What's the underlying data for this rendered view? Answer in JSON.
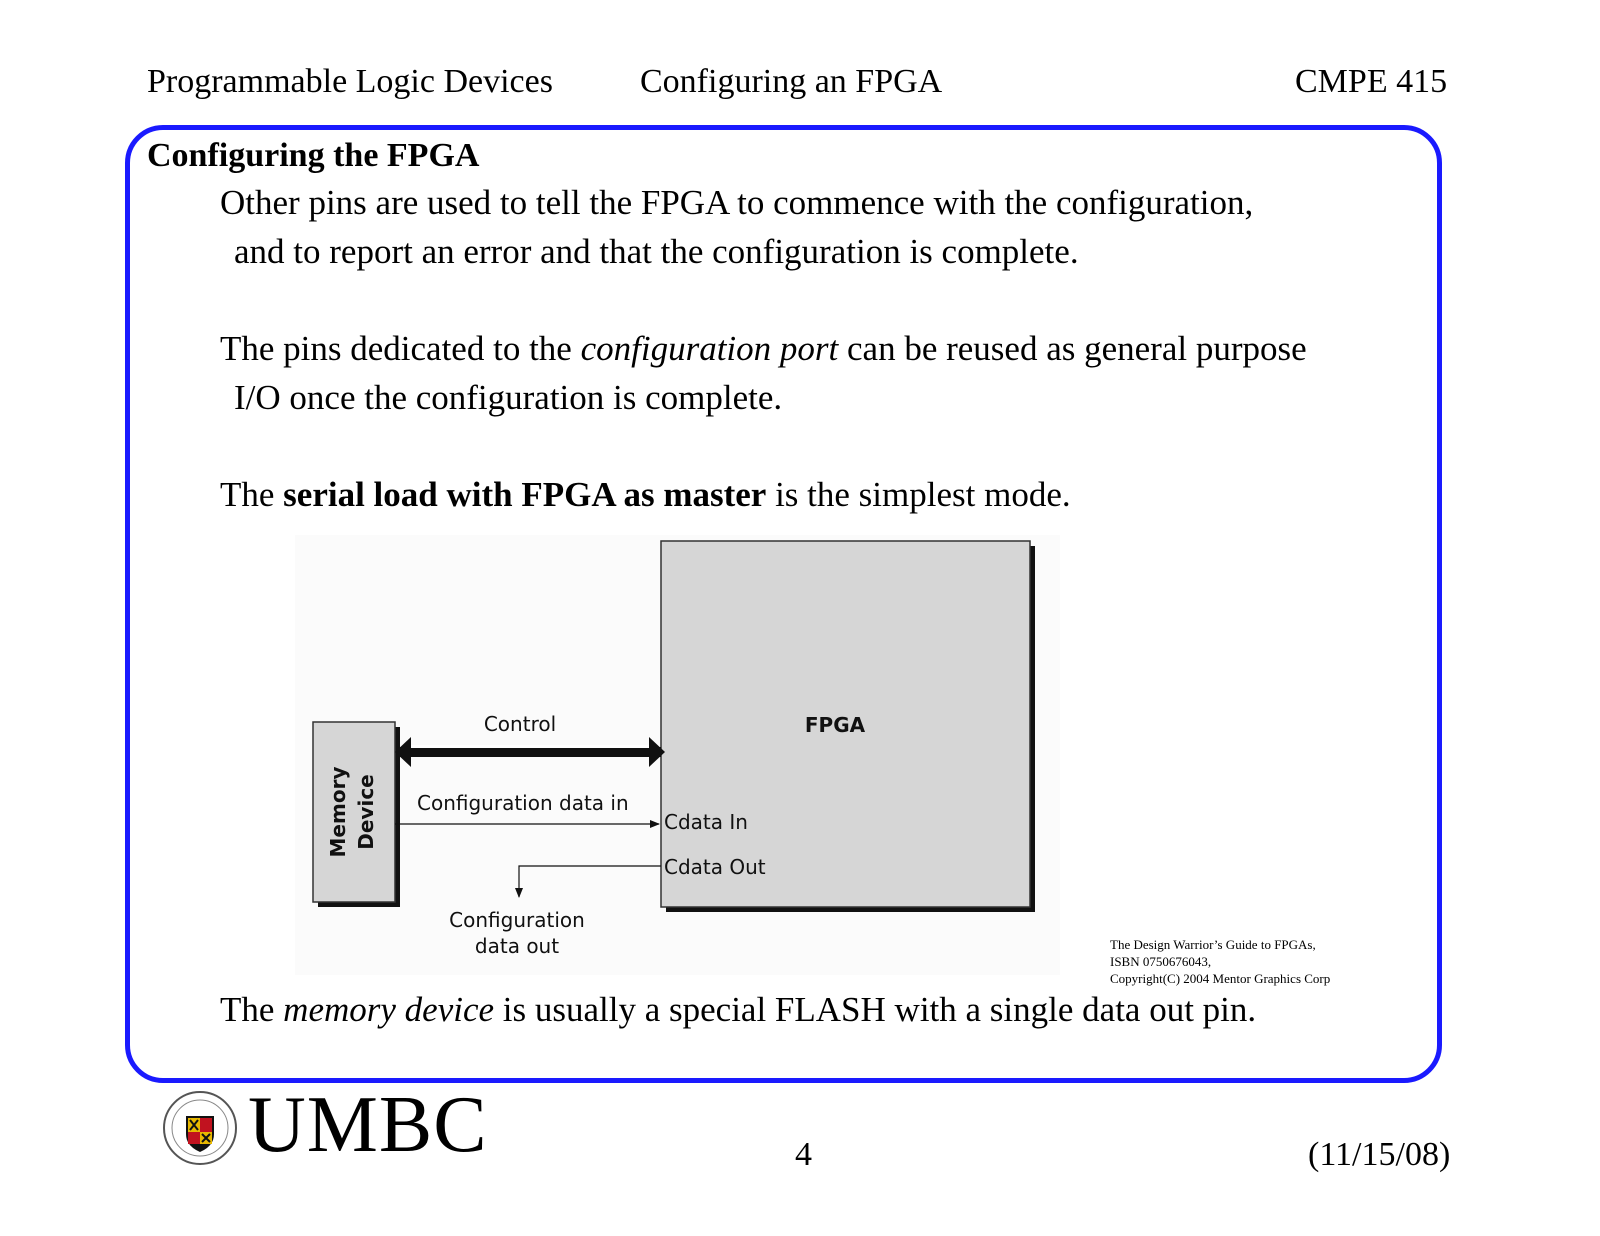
{
  "header": {
    "left": "Programmable Logic Devices",
    "center": "Configuring an FPGA",
    "right": "CMPE 415"
  },
  "slide": {
    "title": "Configuring the FPGA",
    "p1": {
      "line1": "Other pins are used to tell the FPGA to commence with the configuration,",
      "line2": "and to report an error and that the configuration is complete."
    },
    "p2": {
      "pre": "The pins dedicated to the ",
      "em": "configuration port",
      "post": " can be reused as general purpose",
      "line2": "I/O once the configuration is complete."
    },
    "p3": {
      "pre": "The ",
      "strong": "serial load with FPGA as master",
      "post": " is the simplest mode."
    },
    "p4": {
      "pre": "The ",
      "em": "memory device",
      "post": " is usually a special FLASH with a single data out pin."
    }
  },
  "diagram": {
    "fpga_label": "FPGA",
    "memory_label_line1": "Memory",
    "memory_label_line2": "Device",
    "control_label": "Control",
    "config_in_label": "Configuration data in",
    "cdata_in_label": "Cdata In",
    "cdata_out_label": "Cdata Out",
    "config_out_line1": "Configuration",
    "config_out_line2": "data out"
  },
  "credit": {
    "line1": "The Design Warrior’s Guide to FPGAs,",
    "line2": "ISBN 0750676043,",
    "line3": "Copyright(C) 2004 Mentor Graphics Corp"
  },
  "footer": {
    "logo_text": "UMBC",
    "page_number": "4",
    "date": "(11/15/08)"
  },
  "colors": {
    "frame": "#1a1aff",
    "box_fill": "#d6d6d6"
  }
}
